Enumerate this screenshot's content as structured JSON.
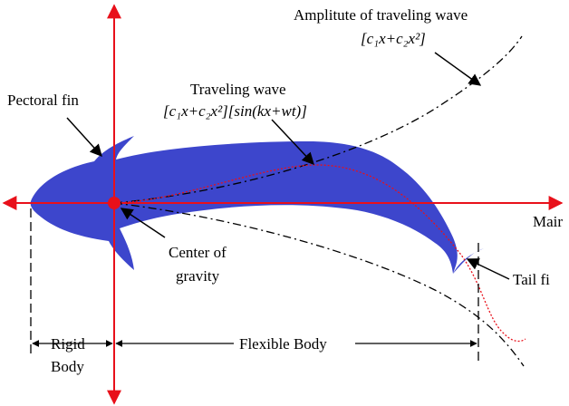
{
  "labels": {
    "amplitude_title": "Amplitute of traveling wave",
    "amplitude_formula": "[c₁x+c₂x²]",
    "traveling_title": "Traveling wave",
    "traveling_formula": "[c₁x+c₂x²][sin(kx+wt)]",
    "pectoral_fin": "Pectoral fin",
    "center_line1": "Center of",
    "center_line2": "gravity",
    "tail_fin": "Tail fi",
    "mair": "Mair",
    "rigid_line1": "Rigid",
    "rigid_line2": "Body",
    "flexible_body": "Flexible Body"
  },
  "colors": {
    "fish": "#3d46cc",
    "axis": "#e8101a",
    "wave": "#e8101a",
    "envelope": "#000000"
  }
}
